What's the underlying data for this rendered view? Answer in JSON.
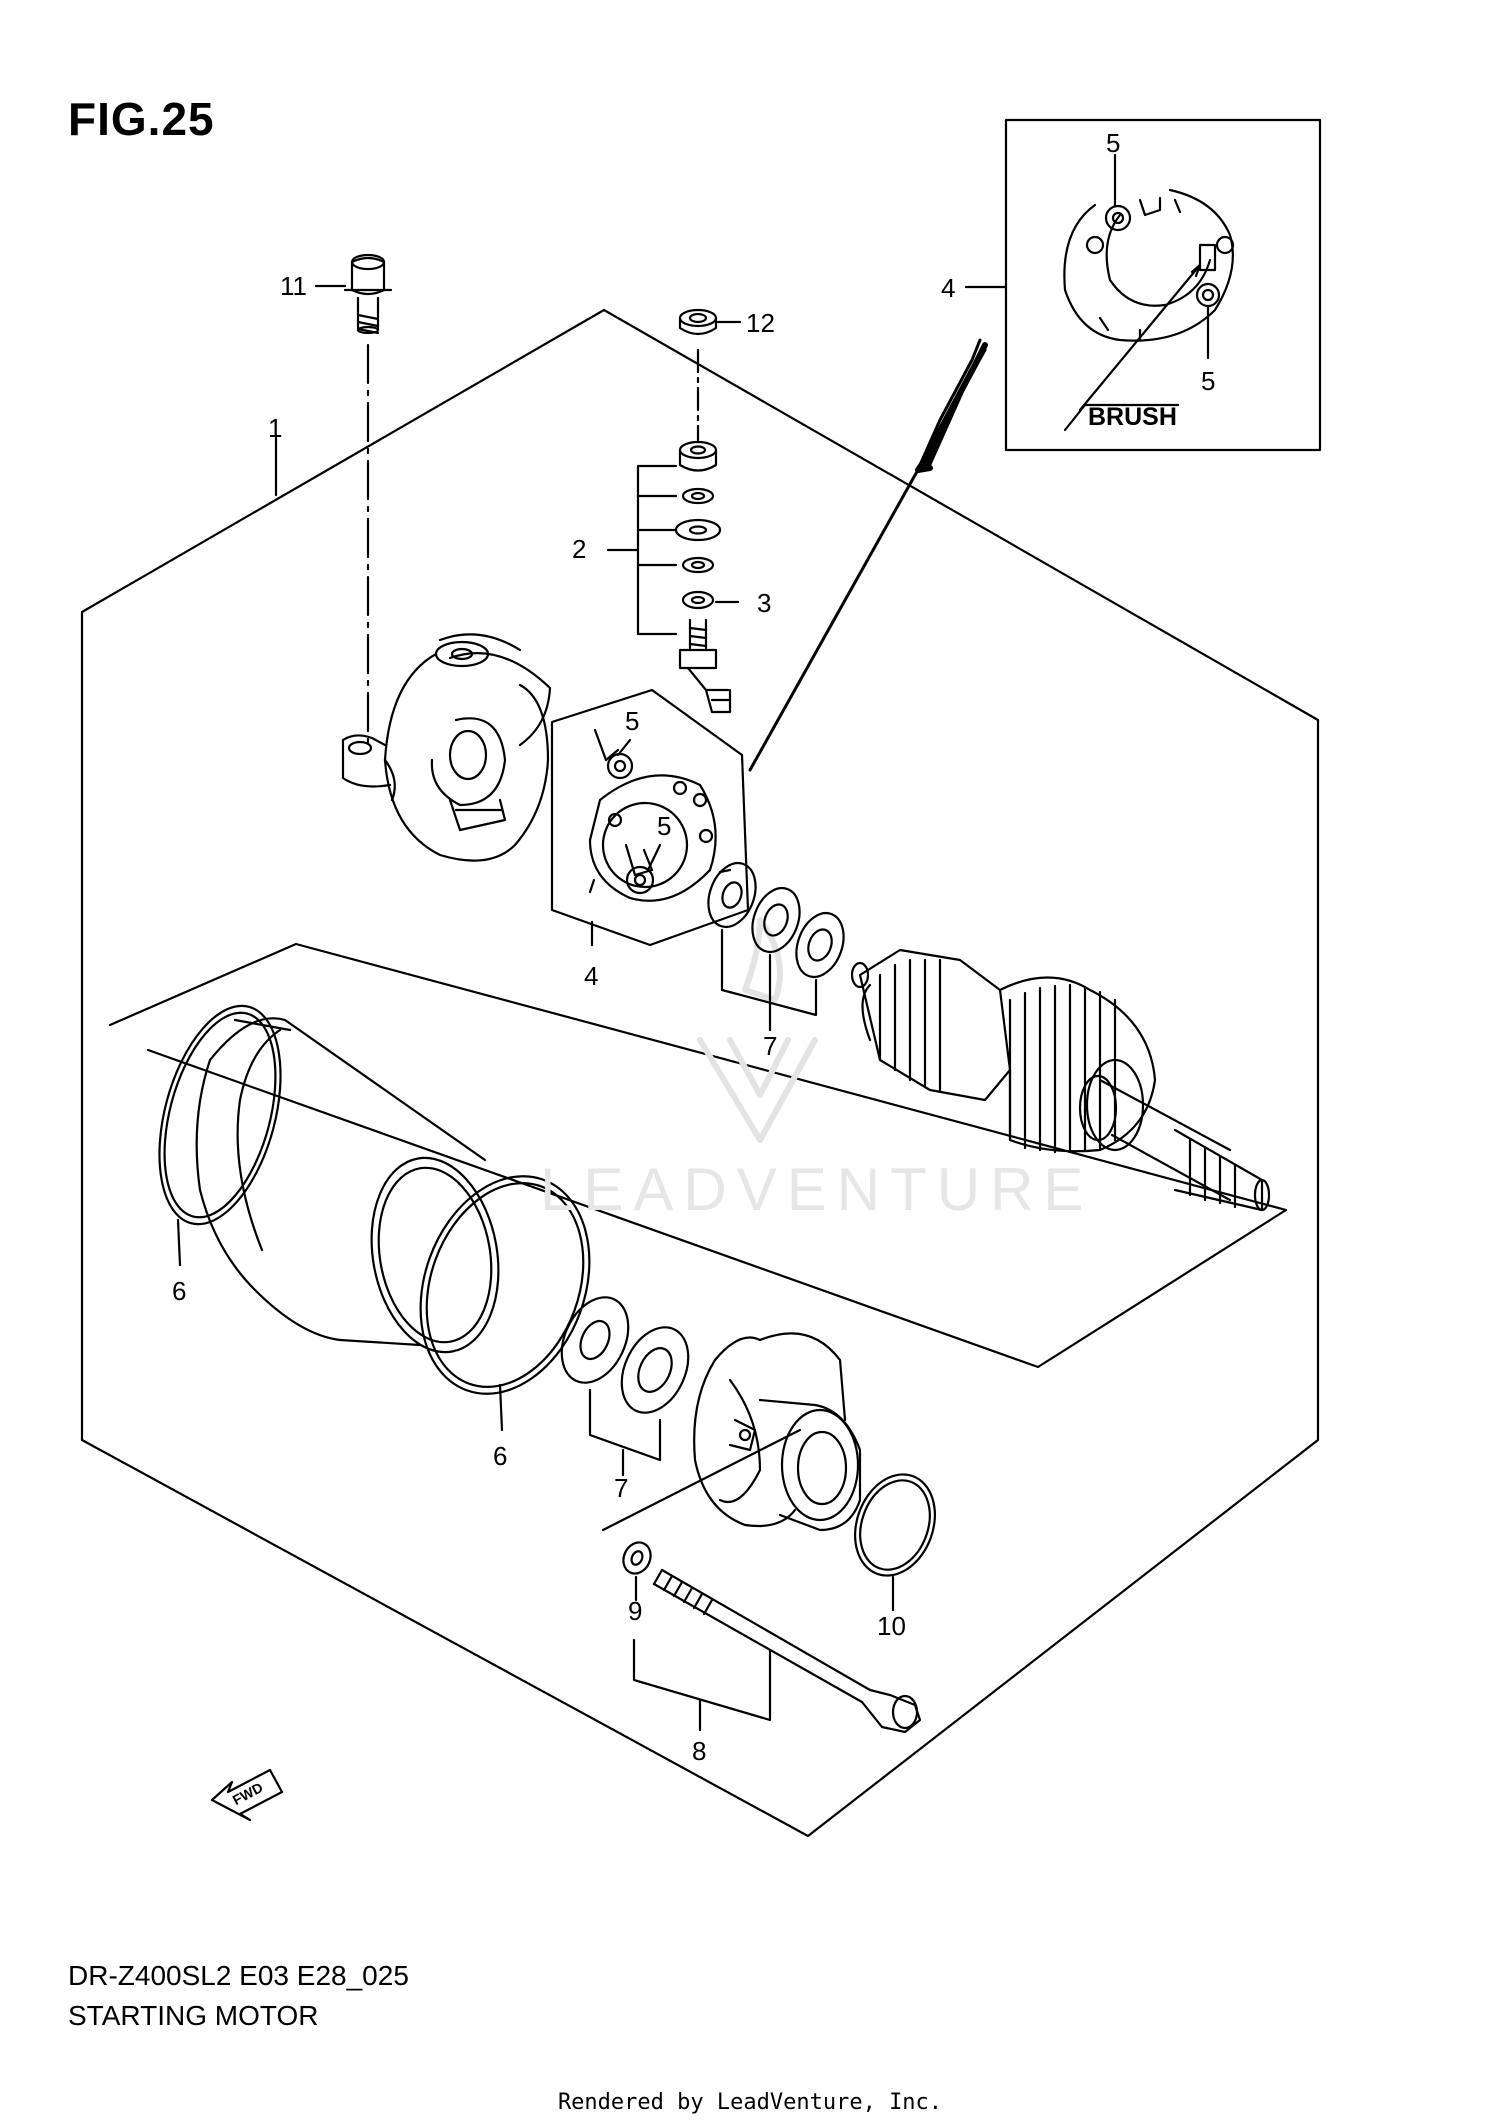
{
  "figure": {
    "title": "FIG.25",
    "model_code": "DR-Z400SL2 E03 E28_025",
    "name": "STARTING MOTOR",
    "footer": "Rendered by LeadVenture, Inc.",
    "watermark": "LEADVENTURE"
  },
  "callouts": {
    "c1": "1",
    "c2": "2",
    "c3": "3",
    "c4_main": "4",
    "c4_inset": "4",
    "c5_a": "5",
    "c5_b": "5",
    "c5_inset_top": "5",
    "c5_inset_bottom": "5",
    "c6_a": "6",
    "c6_b": "6",
    "c7_a": "7",
    "c7_b": "7",
    "c8": "8",
    "c9": "9",
    "c10": "10",
    "c11": "11",
    "c12": "12"
  },
  "inset": {
    "label": "BRUSH"
  },
  "icons": {
    "fwd_arrow": "fwd-arrow-icon",
    "fwd_text": "FWD"
  }
}
